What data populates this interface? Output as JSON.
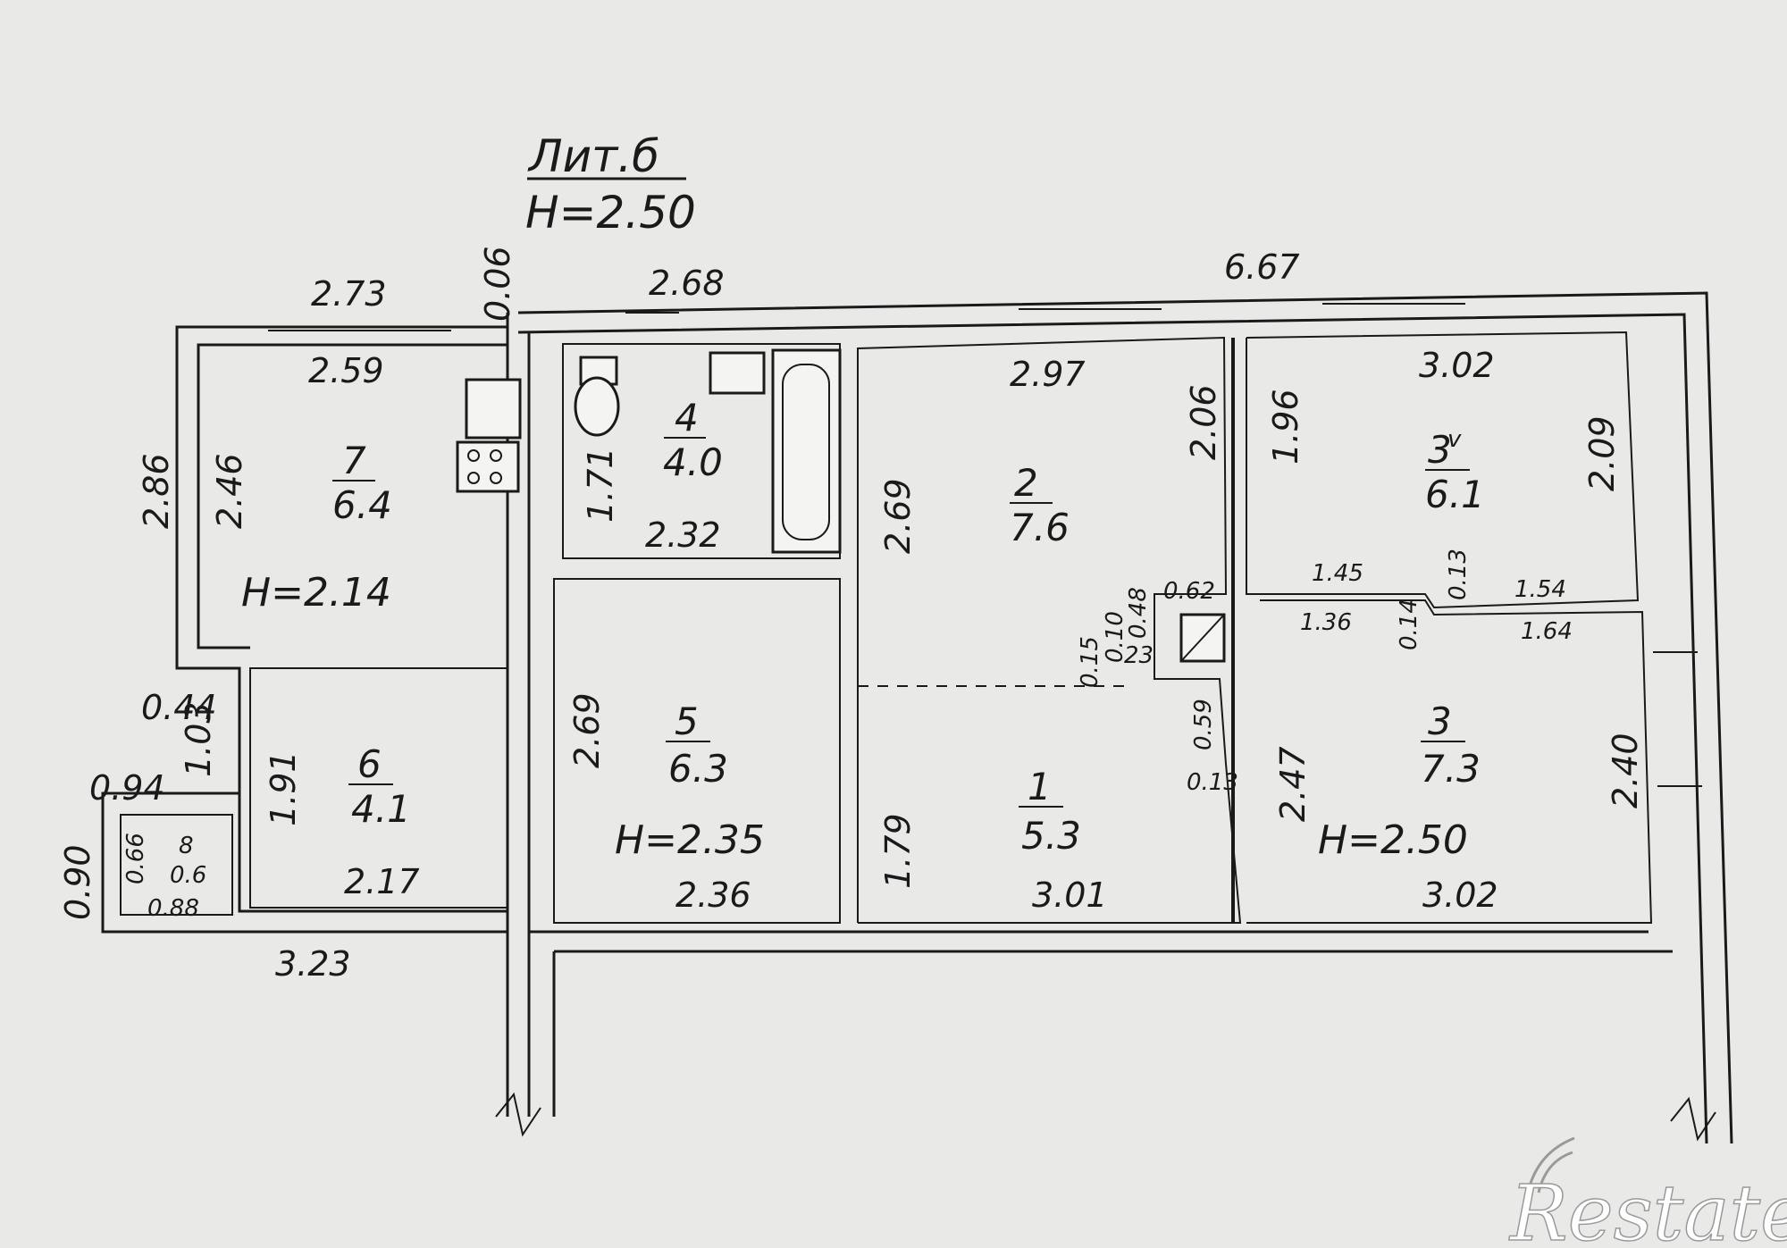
{
  "title": {
    "lit": "Лит.б",
    "height": "H=2.50"
  },
  "dimensions": {
    "d_2_73": "2.73",
    "d_0_06": "0.06",
    "d_2_68": "2.68",
    "d_6_67": "6.67",
    "d_2_59": "2.59",
    "d_2_97": "2.97",
    "d_3_02_top": "3.02",
    "d_2_86": "2.86",
    "d_2_46": "2.46",
    "d_1_71": "1.71",
    "d_2_32": "2.32",
    "d_2_69_a": "2.69",
    "d_2_06": "2.06",
    "d_1_96": "1.96",
    "d_2_09": "2.09",
    "d_1_45": "1.45",
    "d_0_13_a": "0.13",
    "d_1_54": "1.54",
    "d_1_36": "1.36",
    "d_0_14": "0.14",
    "d_1_64": "1.64",
    "d_0_62": "0.62",
    "d_0_48": "0.48",
    "d_0_15": "0.15",
    "d_0_10": "0.10",
    "d_23": "23",
    "d_0_59": "0.59",
    "d_0_13_b": "0.13",
    "d_0_44": "0.44",
    "d_1_03": "1.03",
    "d_0_94": "0.94",
    "d_1_91": "1.91",
    "d_0_90": "0.90",
    "d_0_66": "0.66",
    "d_0_6": "0.6",
    "d_0_88": "0.88",
    "d_2_17": "2.17",
    "d_3_23": "3.23",
    "d_2_69_b": "2.69",
    "d_2_36": "2.36",
    "d_1_79": "1.79",
    "d_3_01": "3.01",
    "d_2_47": "2.47",
    "d_2_40": "2.40",
    "d_3_02_bottom": "3.02"
  },
  "rooms": {
    "r1": {
      "num": "1",
      "area": "5.3"
    },
    "r2": {
      "num": "2",
      "area": "7.6"
    },
    "r3": {
      "num": "3",
      "area": "7.3"
    },
    "r3v": {
      "num": "3",
      "suffix": "v",
      "area": "6.1"
    },
    "r4": {
      "num": "4",
      "area": "4.0"
    },
    "r5": {
      "num": "5",
      "area": "6.3"
    },
    "r6": {
      "num": "6",
      "area": "4.1"
    },
    "r7": {
      "num": "7",
      "area": "6.4"
    },
    "r8": {
      "num": "8"
    }
  },
  "heights": {
    "h_kitchen": "H=2.14",
    "h_mid": "H=2.35",
    "h_right": "H=2.50"
  },
  "watermark": "Restate"
}
